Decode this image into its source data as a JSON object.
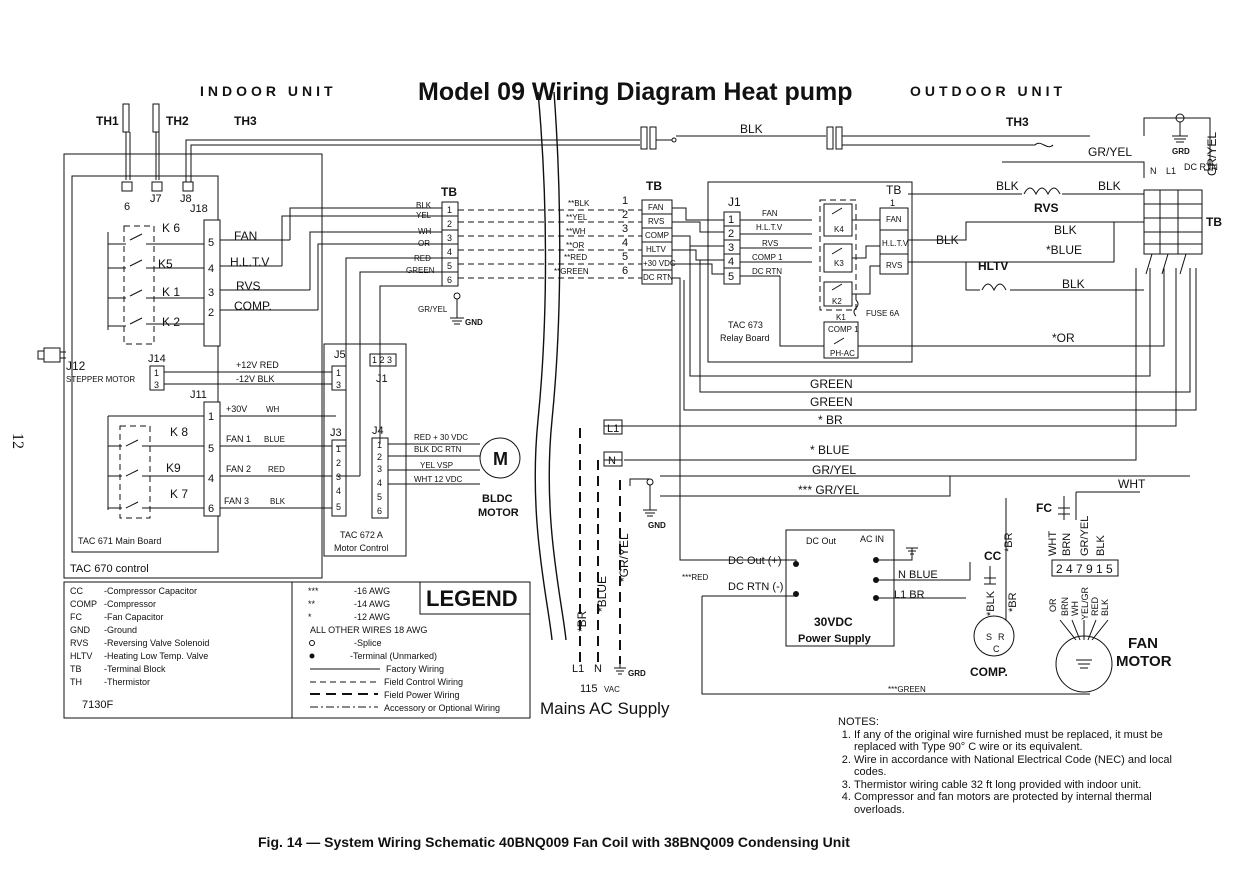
{
  "title": "Model 09 Wiring Diagram Heat pump",
  "indoor_header": "INDOOR UNIT",
  "outdoor_header": "OUTDOOR UNIT",
  "page_number": "12",
  "thermistors": {
    "th1": "TH1",
    "th2": "TH2",
    "th3": "TH3",
    "th3_out": "TH3"
  },
  "main_board": {
    "j18_pins": [
      "6",
      "J7",
      "J8"
    ],
    "j18_label": "J18",
    "relays": [
      "K 6",
      "K5",
      "K 1",
      "K 2"
    ],
    "relay_outputs": [
      {
        "pin": "5",
        "label": "FAN"
      },
      {
        "pin": "4",
        "label": "H.L.T.V"
      },
      {
        "pin": "3",
        "label": "RVS"
      },
      {
        "pin": "2",
        "label": "COMP."
      }
    ],
    "j12": "J12",
    "stepper_motor": "STEPPER MOTOR",
    "j14": "J14",
    "j14_pins": [
      "1",
      "3"
    ],
    "plus12": "+12V  RED",
    "minus12": "-12V  BLK",
    "j5": "J5",
    "j5_pins": [
      "1",
      "3"
    ],
    "j1": "J1",
    "j1_pins": "1 2 3",
    "j11": "J11",
    "plus30": "+30V",
    "plus30_color": "WH",
    "fan_relays": [
      "K 8",
      "K9",
      "K 7"
    ],
    "fan_speeds": [
      {
        "pin": "5",
        "label": "FAN 1",
        "color": "BLUE"
      },
      {
        "pin": "4",
        "label": "FAN 2",
        "color": "RED"
      },
      {
        "pin": "6",
        "label": "FAN  3",
        "color": "BLK"
      }
    ],
    "j11_pin1": "1",
    "j3": "J3",
    "j3_pins": [
      "1",
      "2",
      "3",
      "4",
      "5"
    ],
    "j4": "J4",
    "j4_pins": [
      "1",
      "2",
      "3",
      "4",
      "5",
      "6"
    ],
    "board_label": "TAC 671 Main Board",
    "control_label": "TAC 670 control",
    "motor_control": "TAC 672 A Motor Control"
  },
  "bldc": {
    "wires": [
      "RED  + 30 VDC",
      "BLK  DC RTN",
      "YEL   VSP",
      "WHT  12 VDC"
    ],
    "motor_letter": "M",
    "label": "BLDC MOTOR"
  },
  "tb_indoor": {
    "label": "TB",
    "colors": [
      "BLK",
      "YEL",
      "WH",
      "OR",
      "RED",
      "GREEN"
    ],
    "pins": [
      "1",
      "2",
      "3",
      "4",
      "5",
      "6"
    ],
    "gnd_wire": "GR/YEL",
    "gnd": "GND"
  },
  "field_wires": [
    "**BLK",
    "**YEL",
    "**WH",
    "**OR",
    "**RED",
    "**GREEN"
  ],
  "tb_mid": {
    "label": "TB",
    "pins": [
      "1",
      "2",
      "3",
      "4",
      "5",
      "6"
    ],
    "terms": [
      "FAN",
      "RVS",
      "COMP",
      "HLTV",
      "+30 VDC",
      "DC RTN"
    ]
  },
  "relay_board": {
    "j1": "J1",
    "pins": [
      "1",
      "2",
      "3",
      "4",
      "5"
    ],
    "labels": [
      "FAN",
      "H.L.T.V",
      "RVS",
      "COMP 1",
      "DC RTN"
    ],
    "tb": "TB",
    "tb_pin": "1",
    "tb_terms": [
      "FAN",
      "H.L.T.V",
      "RVS"
    ],
    "relays": [
      "K4",
      "K3",
      "K2",
      "K1"
    ],
    "fuse": "FUSE 6A",
    "comp1": "COMP 1",
    "phac": "PH-AC",
    "name": "TAC 673 Relay Board"
  },
  "outdoor": {
    "blk_top": "BLK",
    "gr_yel": "GR/YEL",
    "gr_yel_vert": "GR/YEL",
    "grd": "GRD",
    "tb_labels": [
      "N",
      "L1",
      "DC RTN"
    ],
    "tb": "TB",
    "blk_rvs_left": "BLK",
    "blk_rvs_right": "BLK",
    "rvs": "RVS",
    "blk_a": "BLK",
    "blk_b": "BLK",
    "blue_star": "*BLUE",
    "hltv": "HLTV",
    "blk_hltv": "BLK",
    "or_star": "*OR",
    "green1": "GREEN",
    "green2": "GREEN",
    "br_star": "* BR",
    "blue_star2": "* BLUE",
    "gr_yel2": "GR/YEL",
    "gr_yel3": "*** GR/YEL",
    "wht": "WHT"
  },
  "mains": {
    "l1": "L1",
    "n": "N",
    "gnd": "GND",
    "br": "*BR",
    "blue": "*BLUE",
    "gr_yel": "*GR/YEL",
    "bottom": [
      "L1",
      "N",
      "GRD"
    ],
    "voltage": "115",
    "vac": "VAC",
    "label": "Mains AC Supply"
  },
  "psu": {
    "dc_out": "DC Out",
    "ac_in": "AC IN",
    "dc_out_plus": "DC Out (+)",
    "dc_rtn": "DC RTN (-)",
    "red": "***RED",
    "n_blue": "N  BLUE",
    "l1_br": "L1   BR",
    "name": "30VDC Power Supply",
    "green": "***GREEN"
  },
  "compressor": {
    "cc": "CC",
    "br": "*BR",
    "blk": "*BLK",
    "br2": "*BR",
    "s": "S",
    "r": "R",
    "c": "C",
    "label": "COMP."
  },
  "fan_motor": {
    "fc": "FC",
    "wires_top": [
      "WHT",
      "BRN",
      "GR/YEL",
      "BLK"
    ],
    "terminals": "2 4 7 9 1 5",
    "wires_bottom": [
      "OR",
      "BRN",
      "WH",
      "YEL/GR",
      "RED",
      "BLK"
    ],
    "label": "FAN MOTOR"
  },
  "legend_abbr": [
    {
      "k": "CC",
      "v": "-Compressor Capacitor"
    },
    {
      "k": "COMP",
      "v": "-Compressor"
    },
    {
      "k": "FC",
      "v": "-Fan Capacitor"
    },
    {
      "k": "GND",
      "v": "-Ground"
    },
    {
      "k": "RVS",
      "v": "-Reversing Valve Solenoid"
    },
    {
      "k": "HLTV",
      "v": "-Heating Low Temp. Valve"
    },
    {
      "k": "TB",
      "v": "-Terminal Block"
    },
    {
      "k": "TH",
      "v": "-Thermistor"
    }
  ],
  "doc_code": "7130F",
  "legend": {
    "title": "LEGEND",
    "awg": [
      {
        "k": "***",
        "v": "-16 AWG"
      },
      {
        "k": "**",
        "v": "-14 AWG"
      },
      {
        "k": "*",
        "v": "-12 AWG"
      }
    ],
    "all_other": "ALL  OTHER WIRES 18 AWG",
    "splice": "-Splice",
    "terminal": "-Terminal (Unmarked)",
    "factory": "Factory Wiring",
    "field_control": "Field Control Wiring",
    "field_power": "Field Power Wiring",
    "accessory": "Accessory or Optional Wiring"
  },
  "notes": {
    "heading": "NOTES:",
    "items": [
      "If any of the original wire furnished must be replaced, it must be replaced with Type 90° C wire or its equivalent.",
      "Wire in accordance with National Electrical Code (NEC) and local codes.",
      "Thermistor wiring cable 32 ft long provided with indoor unit.",
      "Compressor and fan motors are protected by internal thermal overloads."
    ]
  },
  "caption": "Fig. 14  — System Wiring Schematic 40BNQ009 Fan Coil with 38BNQ009 Condensing Unit"
}
